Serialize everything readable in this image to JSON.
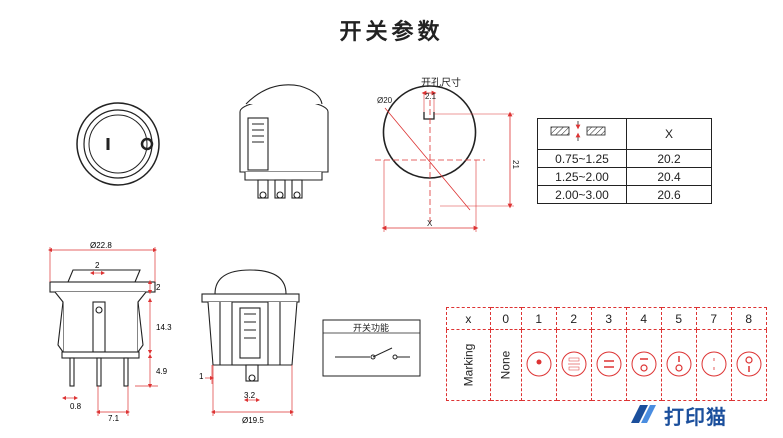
{
  "title": "开关参数",
  "hole": {
    "label": "开孔尺寸",
    "dia": "Ø20",
    "slot": "2.1",
    "height": "21",
    "x": "X"
  },
  "thickness_table": {
    "header_x": "X",
    "rows": [
      {
        "range": "0.75~1.25",
        "x": "20.2"
      },
      {
        "range": "1.25~2.00",
        "x": "20.4"
      },
      {
        "range": "2.00~3.00",
        "x": "20.6"
      }
    ]
  },
  "front_dims": {
    "dia": "Ø22.8",
    "w2": "2",
    "h2": "2",
    "h143": "14.3",
    "h49": "4.9",
    "p08": "0.8",
    "p71": "7.1"
  },
  "side_dims": {
    "h1": "1",
    "w32": "3.2",
    "dia": "Ø19.5"
  },
  "function_label": "开关功能",
  "marking_table": {
    "x_label": "x",
    "row_label": "Marking",
    "cols": [
      "0",
      "1",
      "2",
      "3",
      "4",
      "5",
      "7",
      "8"
    ],
    "first_cell": "None",
    "icons": [
      "dot-icon",
      "on-off-icon",
      "equals-icon",
      "line-circle-icon",
      "circle-line-icon",
      "ii-icon",
      "circle-bar-icon"
    ]
  },
  "logo": {
    "text": "打印猫",
    "color": "#1b4f9c"
  }
}
